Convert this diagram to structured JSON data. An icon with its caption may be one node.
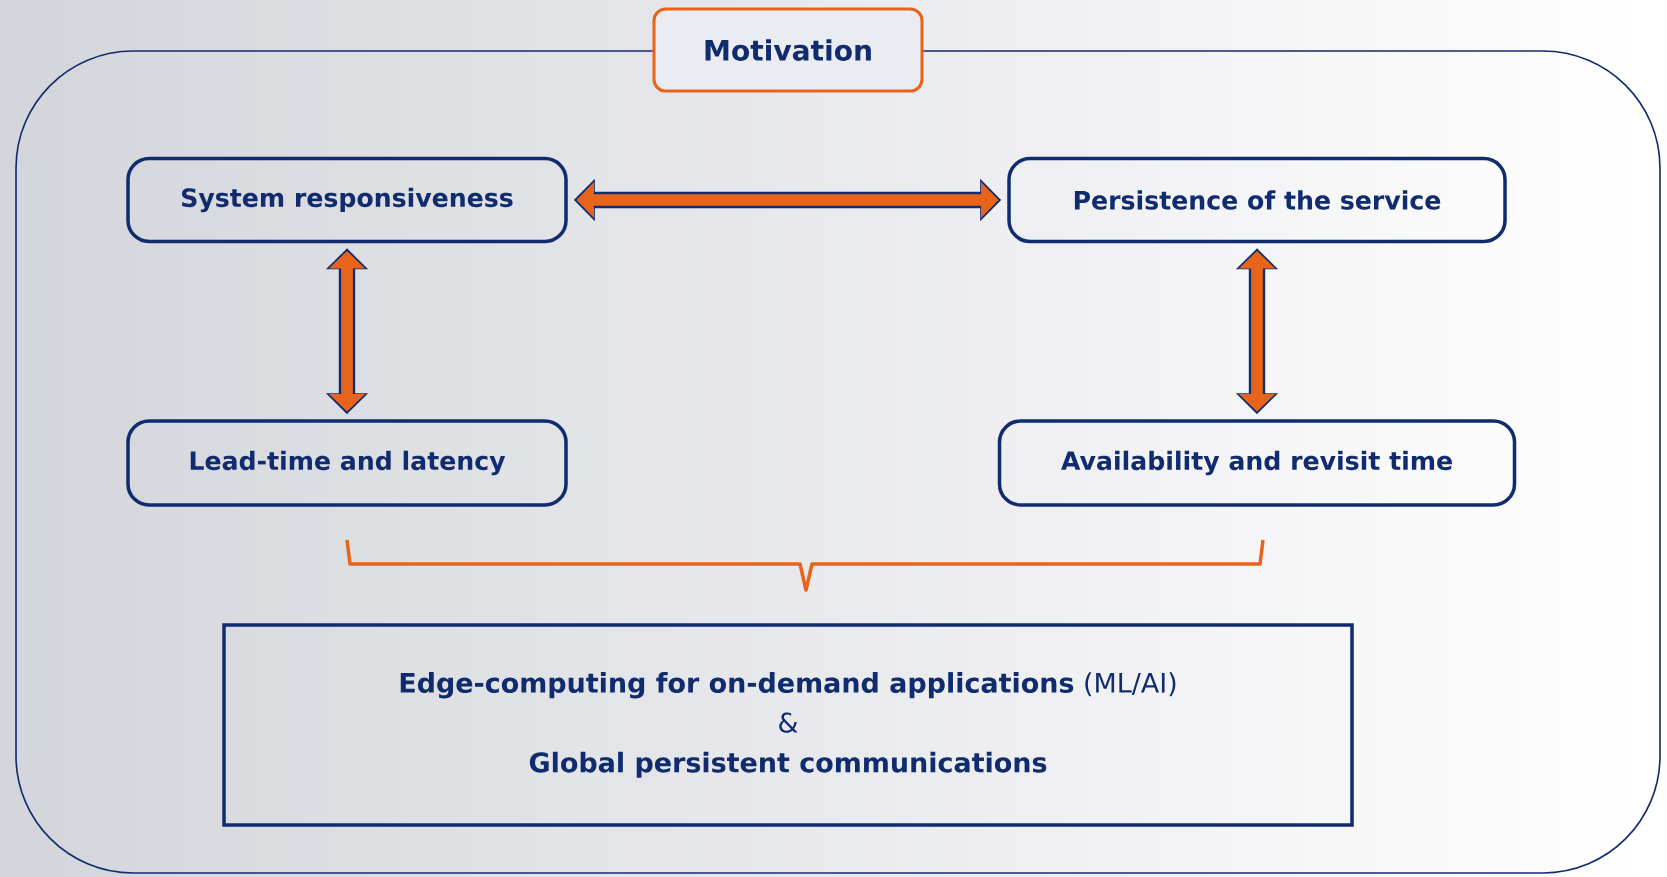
{
  "diagram": {
    "nodes": [
      {
        "text": [
          "Motivation"
        ]
      },
      {
        "text": [],
        "shape": "box"
      },
      {
        "text": [
          "System responsiveness"
        ],
        "in": 1
      },
      {
        "text": [
          "Persistence of the service"
        ],
        "in": 1
      },
      {
        "text": [
          "Lead-time and latency"
        ],
        "in": 1
      },
      {
        "text": [
          "Availability and revisit time"
        ],
        "in": 1
      },
      {
        "text": [
          "**Edge-computing for on-demand applications** (ML/AI)",
          "&",
          "Global persistent communications"
        ],
        "in": 1
      }
    ],
    "edges": [
      {
        "from": 2,
        "to": 3,
        "arrow": "both"
      },
      {
        "from": 2,
        "to": 4,
        "arrow": "both"
      },
      {
        "from": 3,
        "to": 5,
        "arrow": "both"
      }
    ]
  }
}
